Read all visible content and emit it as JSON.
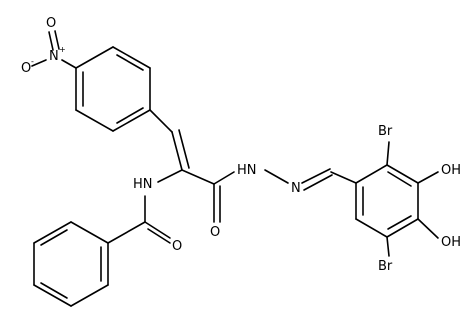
{
  "structure": {
    "atoms": {
      "nitro_o_minus": "O",
      "nitro_o_minus_charge": "-",
      "nitro_n": "N",
      "nitro_n_charge": "+",
      "nitro_o_double": "O",
      "amide_nh": "HN",
      "amide_o": "O",
      "carbonyl_o": "O",
      "hydrazide_nh": "HN",
      "imine_n": "N",
      "br_top": "Br",
      "oh_top": "OH",
      "oh_bottom": "OH",
      "br_bottom": "Br"
    }
  }
}
